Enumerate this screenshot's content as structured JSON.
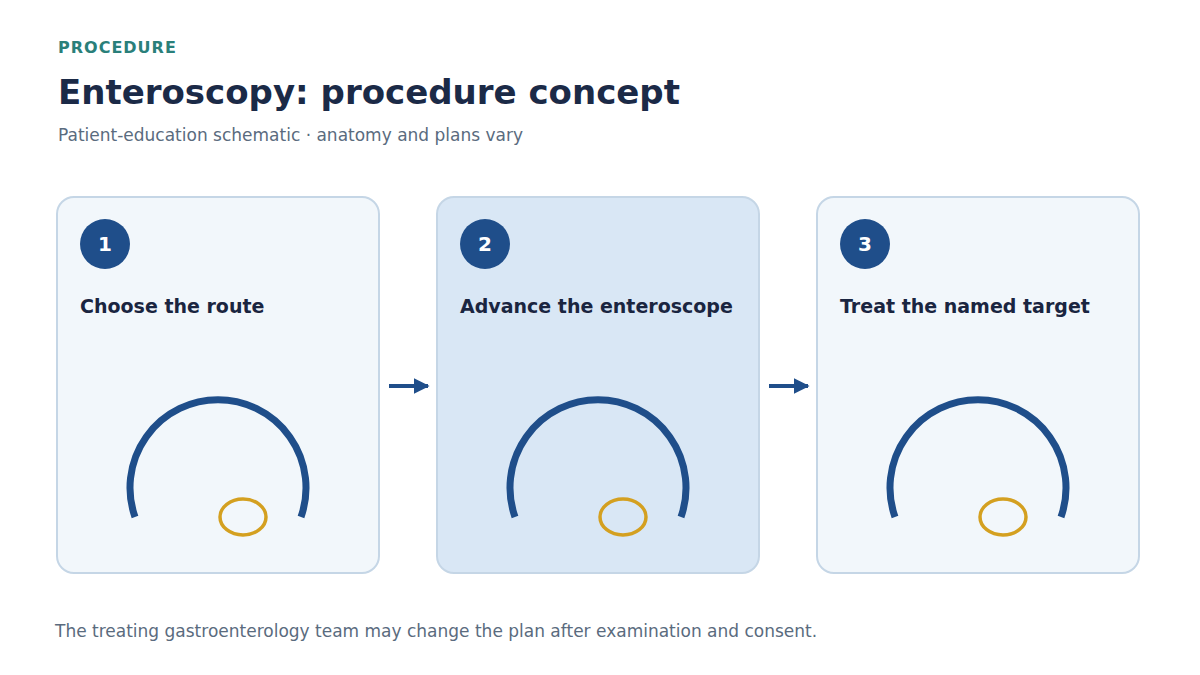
{
  "diagram": {
    "title": "Enteroscopy: procedure concept",
    "caption": "The treating gastroenterology team may change the plan after examination and consent.",
    "nodes": [
      {
        "text": [
          "Choose the route"
        ]
      },
      {
        "text": [
          "1"
        ],
        "in": 0
      },
      {
        "text": [
          "Advance the enteroscope"
        ]
      },
      {
        "text": [
          "2"
        ],
        "in": 2
      },
      {
        "text": [
          "Treat the named target"
        ]
      },
      {
        "text": [
          "3"
        ],
        "in": 4
      }
    ],
    "edges": [
      {
        "from": 0,
        "to": 2,
        "arrow": "to"
      },
      {
        "from": 2,
        "to": 4,
        "arrow": "to"
      }
    ],
    "labels": [
      "PROCEDURE",
      "Patient-education schematic · anatomy and plans vary"
    ]
  }
}
